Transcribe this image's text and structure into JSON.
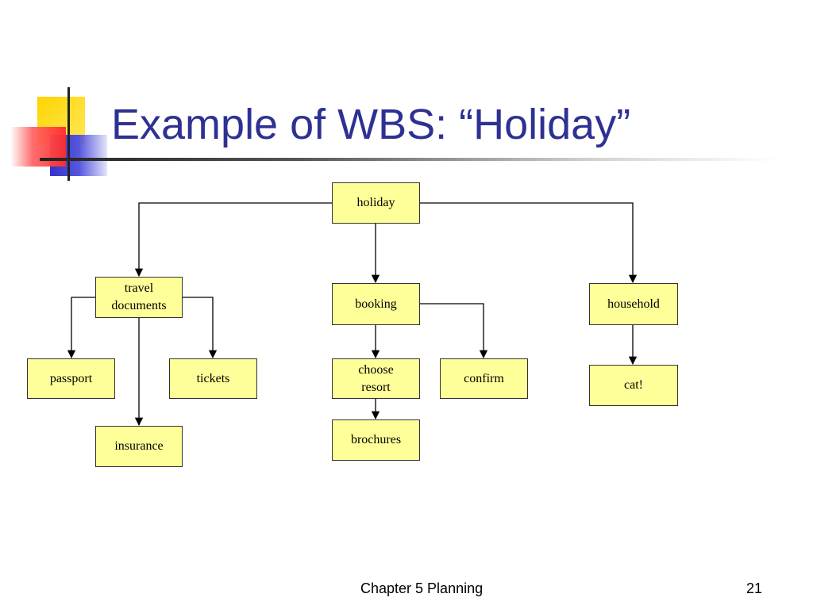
{
  "slide": {
    "title": "Example of WBS: “Holiday”",
    "footer_center": "Chapter 5 Planning",
    "page_number": "21"
  },
  "wbs": {
    "holiday": "holiday",
    "travel_documents": "travel\ndocuments",
    "booking": "booking",
    "household": "household",
    "passport": "passport",
    "tickets": "tickets",
    "insurance": "insurance",
    "choose_resort": "choose\nresort",
    "confirm": "confirm",
    "brochures": "brochures",
    "cat": "cat!"
  },
  "colors": {
    "title": "#2e3192",
    "node_fill": "#ffff99",
    "deco_yellow": "#ffd400",
    "deco_red": "#ff3333",
    "deco_blue": "#3333cc"
  }
}
